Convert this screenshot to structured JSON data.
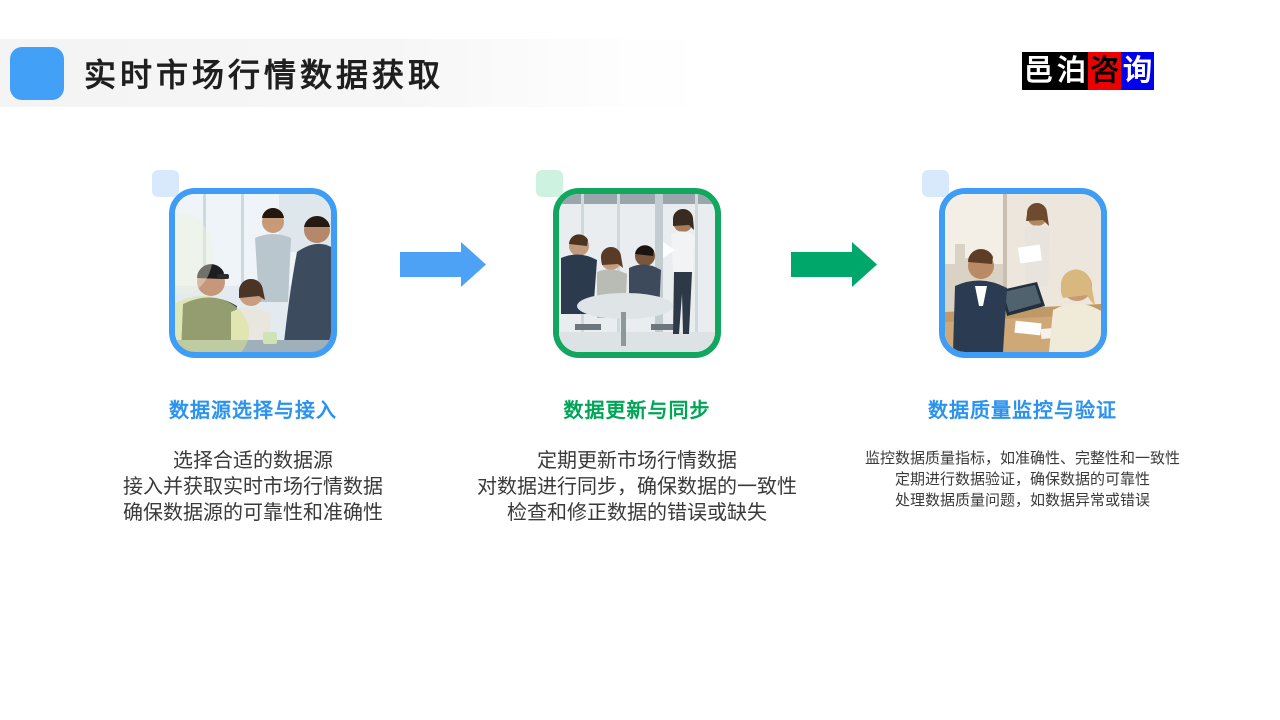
{
  "slide": {
    "background": "#ffffff",
    "type": "process-flow-slide"
  },
  "header": {
    "title": "实时市场行情数据获取",
    "title_color": "#1f1f1f",
    "accent_square_color": "#42a0f6",
    "band_color": "#f5f5f5"
  },
  "logo": {
    "name": "邑泊咨询",
    "blocks": [
      {
        "char": "邑",
        "bg": "#000000",
        "fg": "#ffffff"
      },
      {
        "char": "泊",
        "bg": "#000000",
        "fg": "#ffffff"
      },
      {
        "char": "咨",
        "bg": "#ed0000",
        "fg": "#000000"
      },
      {
        "char": "询",
        "bg": "#0000ed",
        "fg": "#ffffff"
      }
    ]
  },
  "steps": [
    {
      "heading": "数据源选择与接入",
      "heading_color": "#2b93ee",
      "frame_color": "#3f9df6",
      "deco_color": "#d8e9fb",
      "photo": "team-brainstorm-photo",
      "lines": [
        "选择合适的数据源",
        "接入并获取实时市场行情数据",
        "确保数据源的可靠性和准确性"
      ]
    },
    {
      "heading": "数据更新与同步",
      "heading_color": "#00a556",
      "frame_color": "#12a75f",
      "deco_color": "#cdf3e0",
      "photo": "office-meeting-photo",
      "lines": [
        "定期更新市场行情数据",
        "对数据进行同步，确保数据的一致性",
        "检查和修正数据的错误或缺失"
      ]
    },
    {
      "heading": "数据质量监控与验证",
      "heading_color": "#2b93ee",
      "frame_color": "#3f9df6",
      "deco_color": "#d8e9fb",
      "photo": "conference-review-photo",
      "lines": [
        "监控数据质量指标，如准确性、完整性和一致性",
        "定期进行数据验证，确保数据的可靠性",
        "处理数据质量问题，如数据异常或错误"
      ]
    }
  ],
  "arrows": [
    {
      "direction": "right",
      "color": "#4da2f6"
    },
    {
      "direction": "right",
      "color": "#00a76b"
    }
  ]
}
